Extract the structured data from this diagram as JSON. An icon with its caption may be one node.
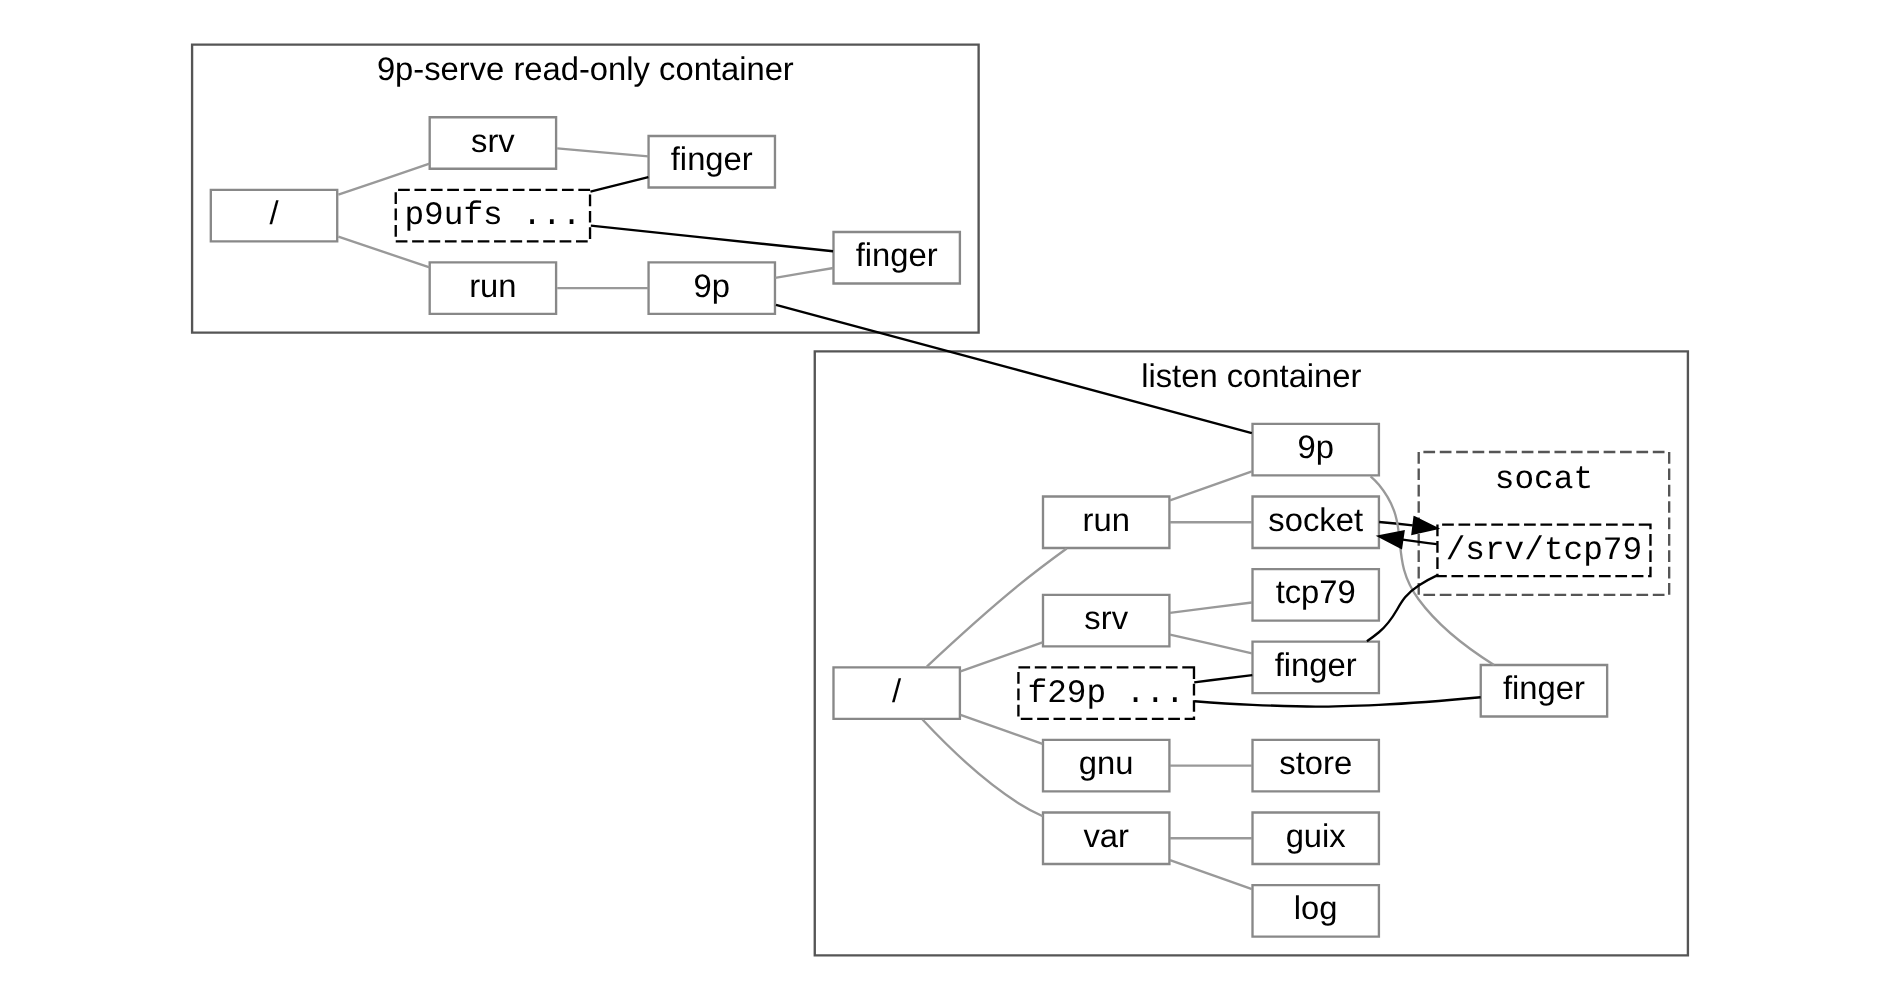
{
  "diagram": {
    "nodes": [
      {
        "text": [
          "9p-serve read-only container"
        ]
      },
      {
        "text": [
          "/"
        ],
        "in": 0
      },
      {
        "text": [
          "srv"
        ],
        "in": 0
      },
      {
        "text": [
          "finger"
        ],
        "in": 0
      },
      {
        "text": [
          "run"
        ],
        "in": 0
      },
      {
        "text": [
          "9p"
        ],
        "in": 0
      },
      {
        "text": [
          "finger"
        ],
        "in": 0
      },
      {
        "text": [
          "p9ufs ..."
        ],
        "in": 0
      },
      {
        "text": [
          "listen container"
        ]
      },
      {
        "text": [
          "/"
        ],
        "in": 8
      },
      {
        "text": [
          "gnu"
        ],
        "in": 8
      },
      {
        "text": [
          "store"
        ],
        "in": 8
      },
      {
        "text": [
          "run"
        ],
        "in": 8
      },
      {
        "text": [
          "socket"
        ],
        "in": 8
      },
      {
        "text": [
          "9p"
        ],
        "in": 8
      },
      {
        "text": [
          "finger"
        ],
        "in": 8
      },
      {
        "text": [
          "srv"
        ],
        "in": 8
      },
      {
        "text": [
          "tcp79"
        ],
        "in": 8
      },
      {
        "text": [
          "finger"
        ],
        "in": 8
      },
      {
        "text": [
          "var"
        ],
        "in": 8
      },
      {
        "text": [
          "log"
        ],
        "in": 8
      },
      {
        "text": [
          "guix"
        ],
        "in": 8
      },
      {
        "text": [
          "f29p ..."
        ],
        "in": 8
      },
      {
        "text": [
          "socat"
        ],
        "in": 8
      },
      {
        "text": [
          "/srv/tcp79"
        ],
        "in": 23
      }
    ],
    "edges": [
      {
        "from": 1,
        "to": 2,
        "arrow": "none"
      },
      {
        "from": 2,
        "to": 3,
        "arrow": "none"
      },
      {
        "from": 1,
        "to": 4,
        "arrow": "none"
      },
      {
        "from": 4,
        "to": 5,
        "arrow": "none"
      },
      {
        "from": 5,
        "to": 6,
        "arrow": "none"
      },
      {
        "from": 7,
        "to": 3,
        "arrow": "none",
        "color": "#000000"
      },
      {
        "from": 7,
        "to": 6,
        "arrow": "none",
        "color": "#000000"
      },
      {
        "from": 5,
        "to": 14,
        "arrow": "none",
        "color": "#000000"
      },
      {
        "from": 9,
        "to": 10,
        "arrow": "none"
      },
      {
        "from": 10,
        "to": 11,
        "arrow": "none"
      },
      {
        "from": 9,
        "to": 12,
        "arrow": "none"
      },
      {
        "from": 12,
        "to": 13,
        "arrow": "none"
      },
      {
        "from": 12,
        "to": 14,
        "arrow": "none"
      },
      {
        "from": 14,
        "to": 15,
        "arrow": "none"
      },
      {
        "from": 9,
        "to": 16,
        "arrow": "none"
      },
      {
        "from": 16,
        "to": 17,
        "arrow": "none"
      },
      {
        "from": 16,
        "to": 18,
        "arrow": "none"
      },
      {
        "from": 9,
        "to": 19,
        "arrow": "none"
      },
      {
        "from": 19,
        "to": 20,
        "arrow": "none"
      },
      {
        "from": 19,
        "to": 21,
        "arrow": "none"
      },
      {
        "from": 22,
        "to": 15,
        "arrow": "none",
        "color": "#000000"
      },
      {
        "from": 22,
        "to": 18,
        "arrow": "none",
        "color": "#000000"
      },
      {
        "from": 13,
        "to": 24,
        "arrow": "to",
        "color": "#000000"
      },
      {
        "from": 24,
        "to": 13,
        "arrow": "to",
        "color": "#000000"
      },
      {
        "from": 18,
        "to": 24,
        "arrow": "none",
        "color": "#000000"
      }
    ]
  }
}
